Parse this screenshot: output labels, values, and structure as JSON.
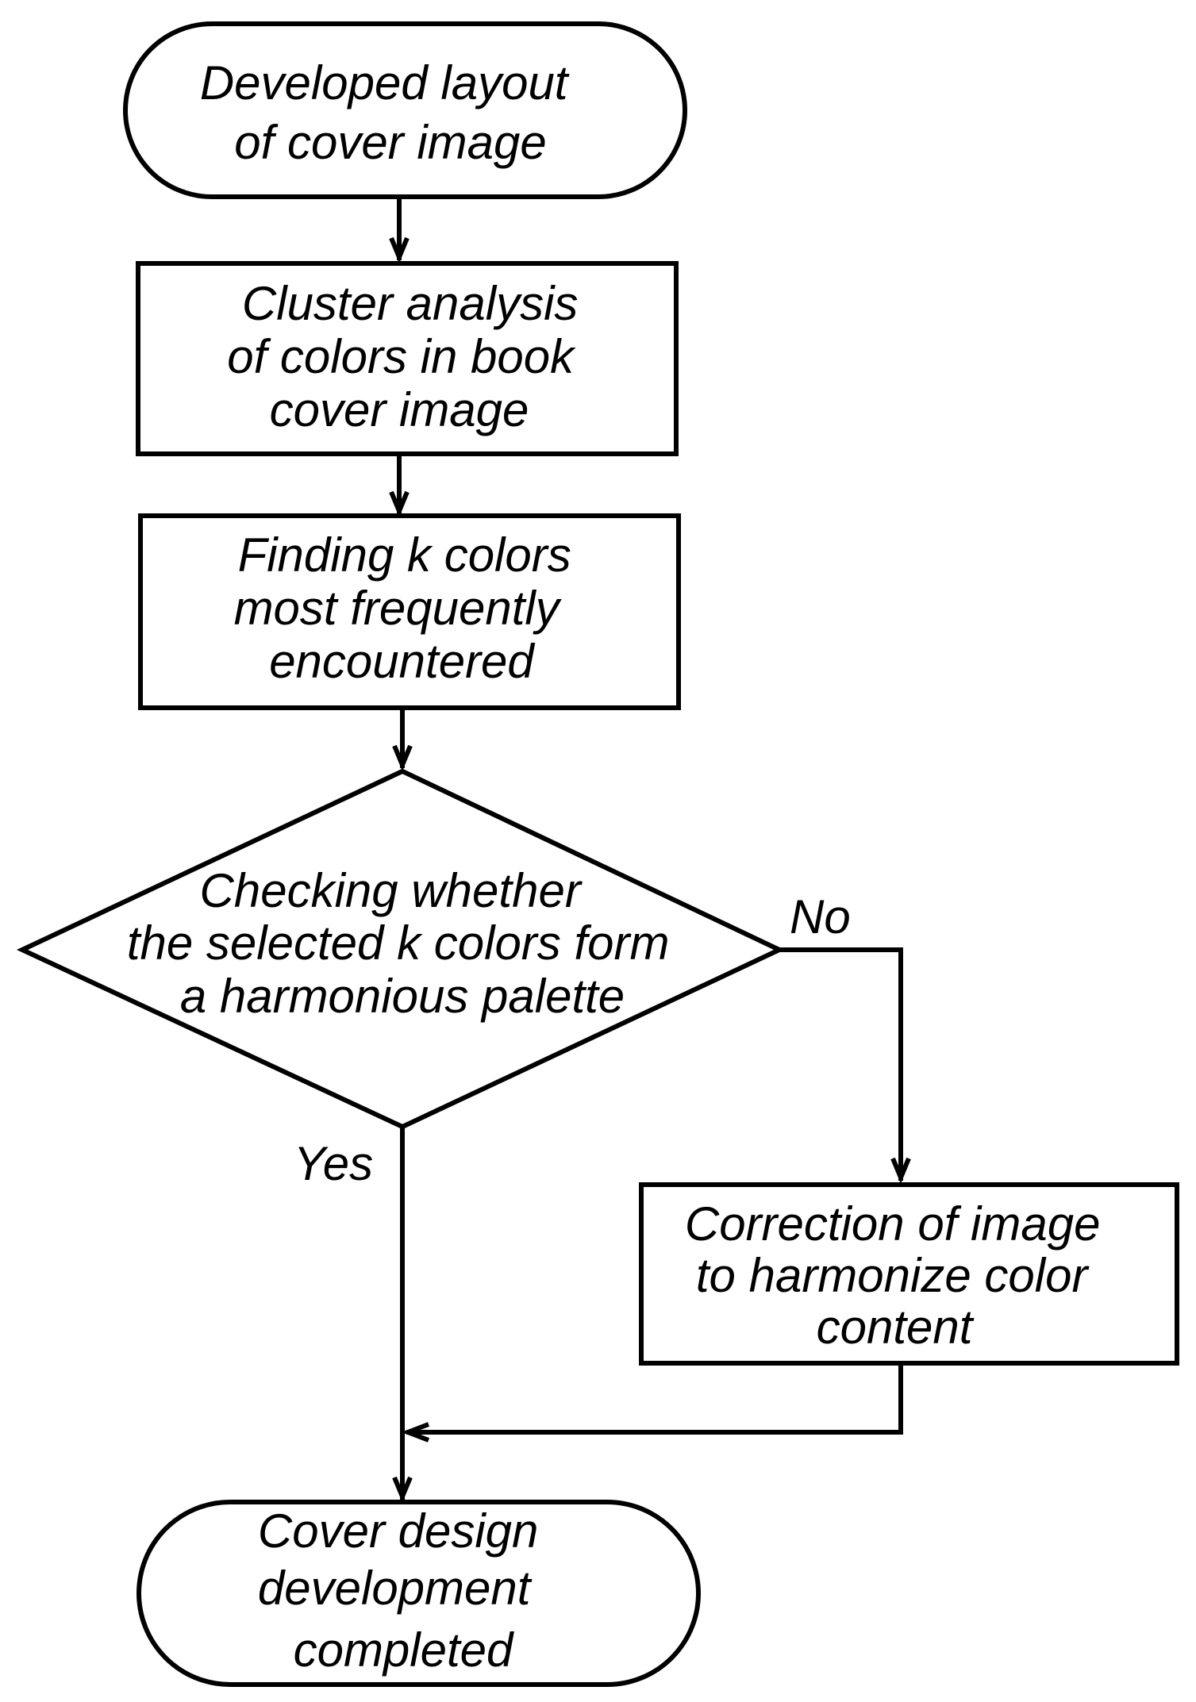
{
  "diagram": {
    "nodes": {
      "start": {
        "lines": [
          "Developed layout",
          "of cover image"
        ]
      },
      "cluster": {
        "lines": [
          "Cluster analysis",
          "of colors in book",
          "cover image"
        ]
      },
      "finding": {
        "lines": [
          "Finding k colors",
          "most frequently",
          "encountered"
        ]
      },
      "check": {
        "lines": [
          "Checking whether",
          "the selected k colors form",
          "a harmonious palette"
        ]
      },
      "correction": {
        "lines": [
          "Correction of image",
          "to harmonize color",
          "content"
        ]
      },
      "end": {
        "lines": [
          "Cover design",
          "development",
          "completed"
        ]
      }
    },
    "edges": {
      "no_label": "No",
      "yes_label": "Yes"
    }
  }
}
